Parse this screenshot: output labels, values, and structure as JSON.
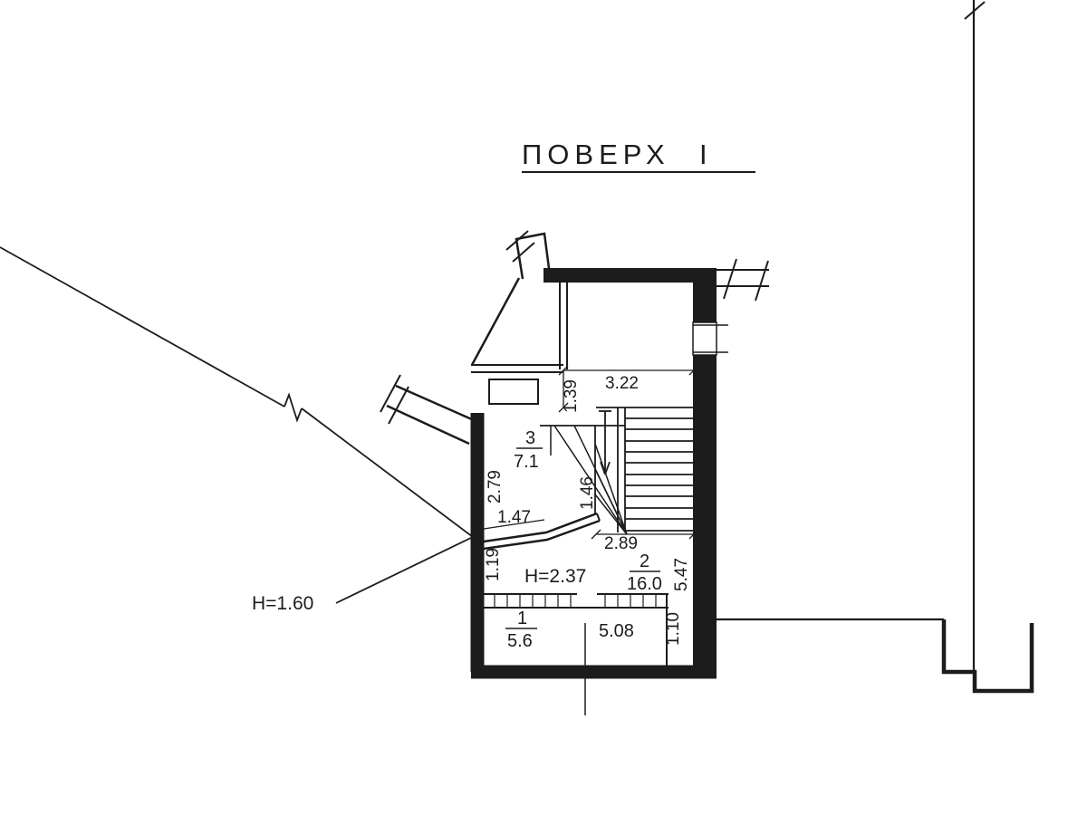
{
  "title": {
    "floor_label": "ПОВЕРХ",
    "floor_numeral": "І"
  },
  "heights": {
    "outside": "H=1.60",
    "room2": "H=2.37"
  },
  "rooms": [
    {
      "number": "3",
      "area": "7.1"
    },
    {
      "number": "2",
      "area": "16.0"
    },
    {
      "number": "1",
      "area": "5.6"
    }
  ],
  "dimensions": {
    "upper_room_width": "3.22",
    "upper_room_depth": "1.39",
    "room3_wall": "2.79",
    "room3_width": "1.47",
    "stair_flight_width": "1.46",
    "left_wall_segment": "1.19",
    "stair_run": "2.89",
    "room2_depth": "5.47",
    "corridor_length": "5.08",
    "right_wall_segment": "1.10"
  },
  "colors": {
    "ink": "#1c1c1c",
    "paper": "#ffffff"
  }
}
